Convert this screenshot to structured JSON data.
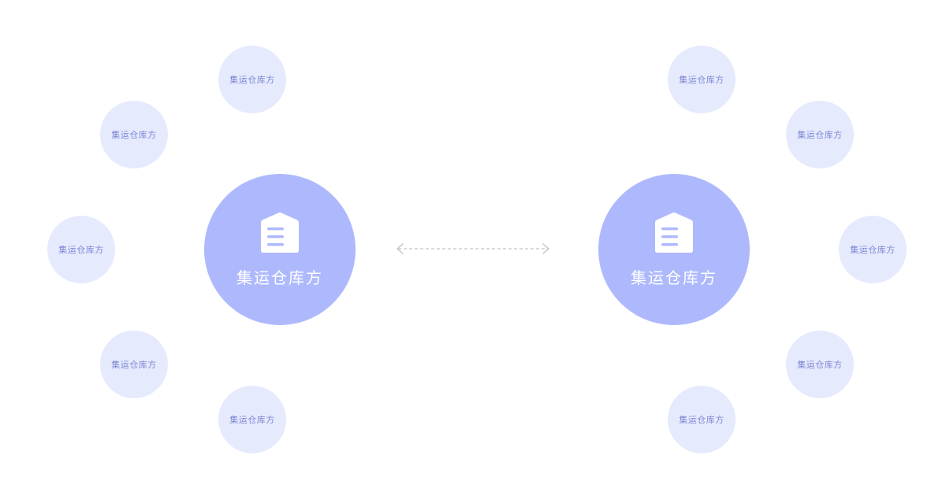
{
  "colors": {
    "hub_fill": "#aeb9fd",
    "satellite_fill": "#e6eafd",
    "satellite_text": "#7b86d4",
    "hub_text": "#ffffff",
    "connector": "#c4c4c4"
  },
  "left_hub": {
    "label": "集运仓库方",
    "icon": "warehouse-icon"
  },
  "right_hub": {
    "label": "集运仓库方",
    "icon": "warehouse-icon"
  },
  "left_satellites": [
    {
      "label": "集运仓库方"
    },
    {
      "label": "集运仓库方"
    },
    {
      "label": "集运仓库方"
    },
    {
      "label": "集运仓库方"
    },
    {
      "label": "集运仓库方"
    }
  ],
  "right_satellites": [
    {
      "label": "集运仓库方"
    },
    {
      "label": "集运仓库方"
    },
    {
      "label": "集运仓库方"
    },
    {
      "label": "集运仓库方"
    },
    {
      "label": "集运仓库方"
    }
  ],
  "connector": {
    "style": "dashed",
    "direction": "bidirectional",
    "icon": "double-arrow-icon"
  }
}
